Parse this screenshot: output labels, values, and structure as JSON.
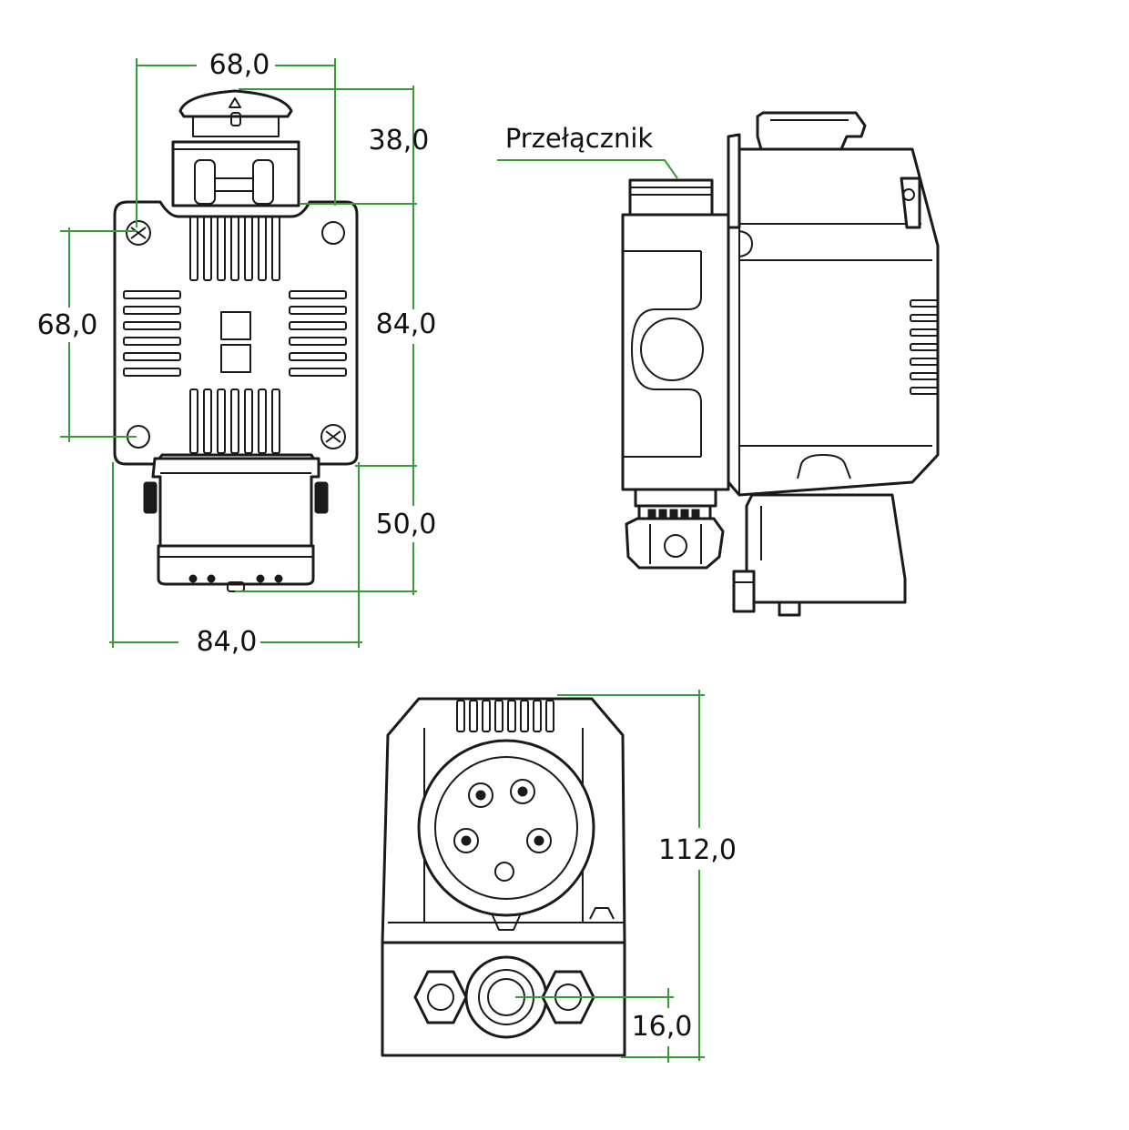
{
  "colors": {
    "dimension_line": "#3a9a3a",
    "drawing_ink": "#1a1a1a"
  },
  "dimensions": {
    "front_top_width": "68,0",
    "front_top_height": "38,0",
    "front_hole_spacing": "68,0",
    "front_body_height": "84,0",
    "front_plug_height": "50,0",
    "front_bottom_width": "84,0",
    "bottom_view_height": "112,0",
    "bottom_gland_offset": "16,0"
  },
  "callouts": {
    "switch_label": "Przełącznik"
  }
}
